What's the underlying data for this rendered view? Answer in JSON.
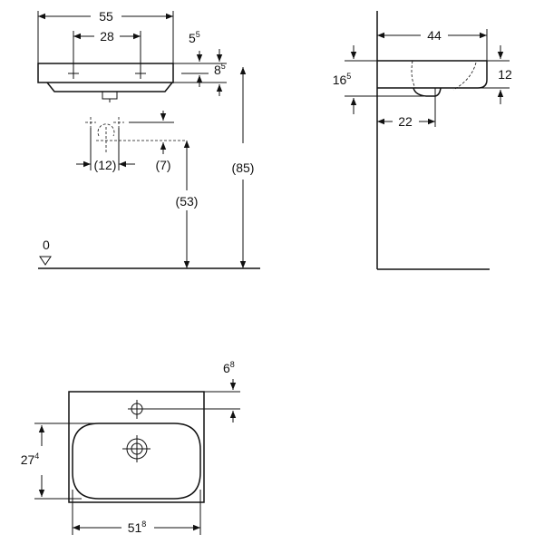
{
  "front_view": {
    "width": "55",
    "tap_spacing": "28",
    "rim_top_main": "5",
    "rim_top_sup": "5",
    "thickness_main": "8",
    "thickness_sup": "5",
    "valve_spacing": "(12)",
    "valve_drop": "(7)",
    "valve_height": "(53)",
    "overall_height": "(85)",
    "floor_level": "0"
  },
  "side_view": {
    "depth": "44",
    "overall_height_main": "16",
    "overall_height_sup": "5",
    "basin_height": "12",
    "drain_offset": "22"
  },
  "top_view": {
    "tap_offset_main": "6",
    "tap_offset_sup": "8",
    "bowl_depth_main": "27",
    "bowl_depth_sup": "4",
    "bowl_width_main": "51",
    "bowl_width_sup": "8"
  }
}
